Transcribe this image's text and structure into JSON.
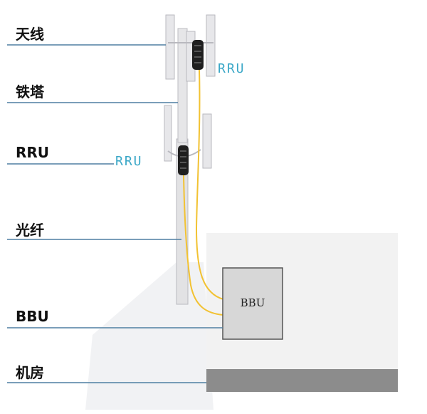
{
  "labels": {
    "antenna": "天线",
    "tower": "铁塔",
    "rru": "RRU",
    "fiber": "光纤",
    "bbu": "BBU",
    "room": "机房"
  },
  "callouts": {
    "rru_upper": "RRU",
    "rru_lower": "RRU",
    "bbu_box": "BBU"
  },
  "colors": {
    "leader_line": "#4f7fa2",
    "rru_text": "#3aa7c7",
    "fiber": "#f2c232",
    "tower": "#e4e4e6",
    "tower_edge": "#b9b9bf",
    "building": "#f2f2f2",
    "building_base": "#8c8c8c",
    "bbu_box": "#d7d7d7",
    "rru_device": "#1f1f1f"
  }
}
